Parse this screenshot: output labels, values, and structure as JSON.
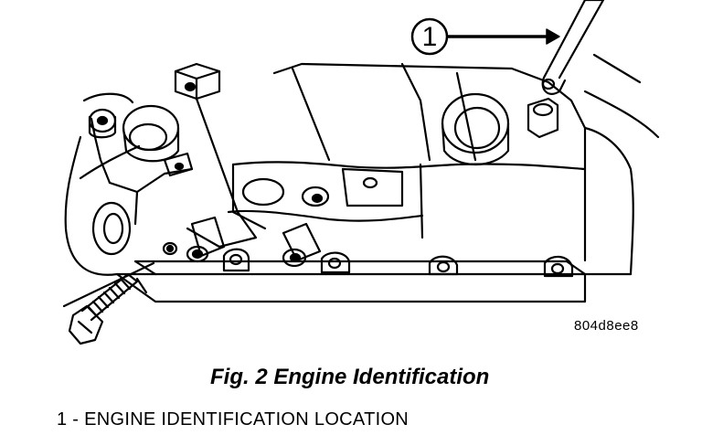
{
  "figure": {
    "callout_number": "1",
    "reference_id": "804d8ee8",
    "caption": "Fig. 2 Engine Identification",
    "legend": "1 - ENGINE IDENTIFICATION LOCATION"
  }
}
